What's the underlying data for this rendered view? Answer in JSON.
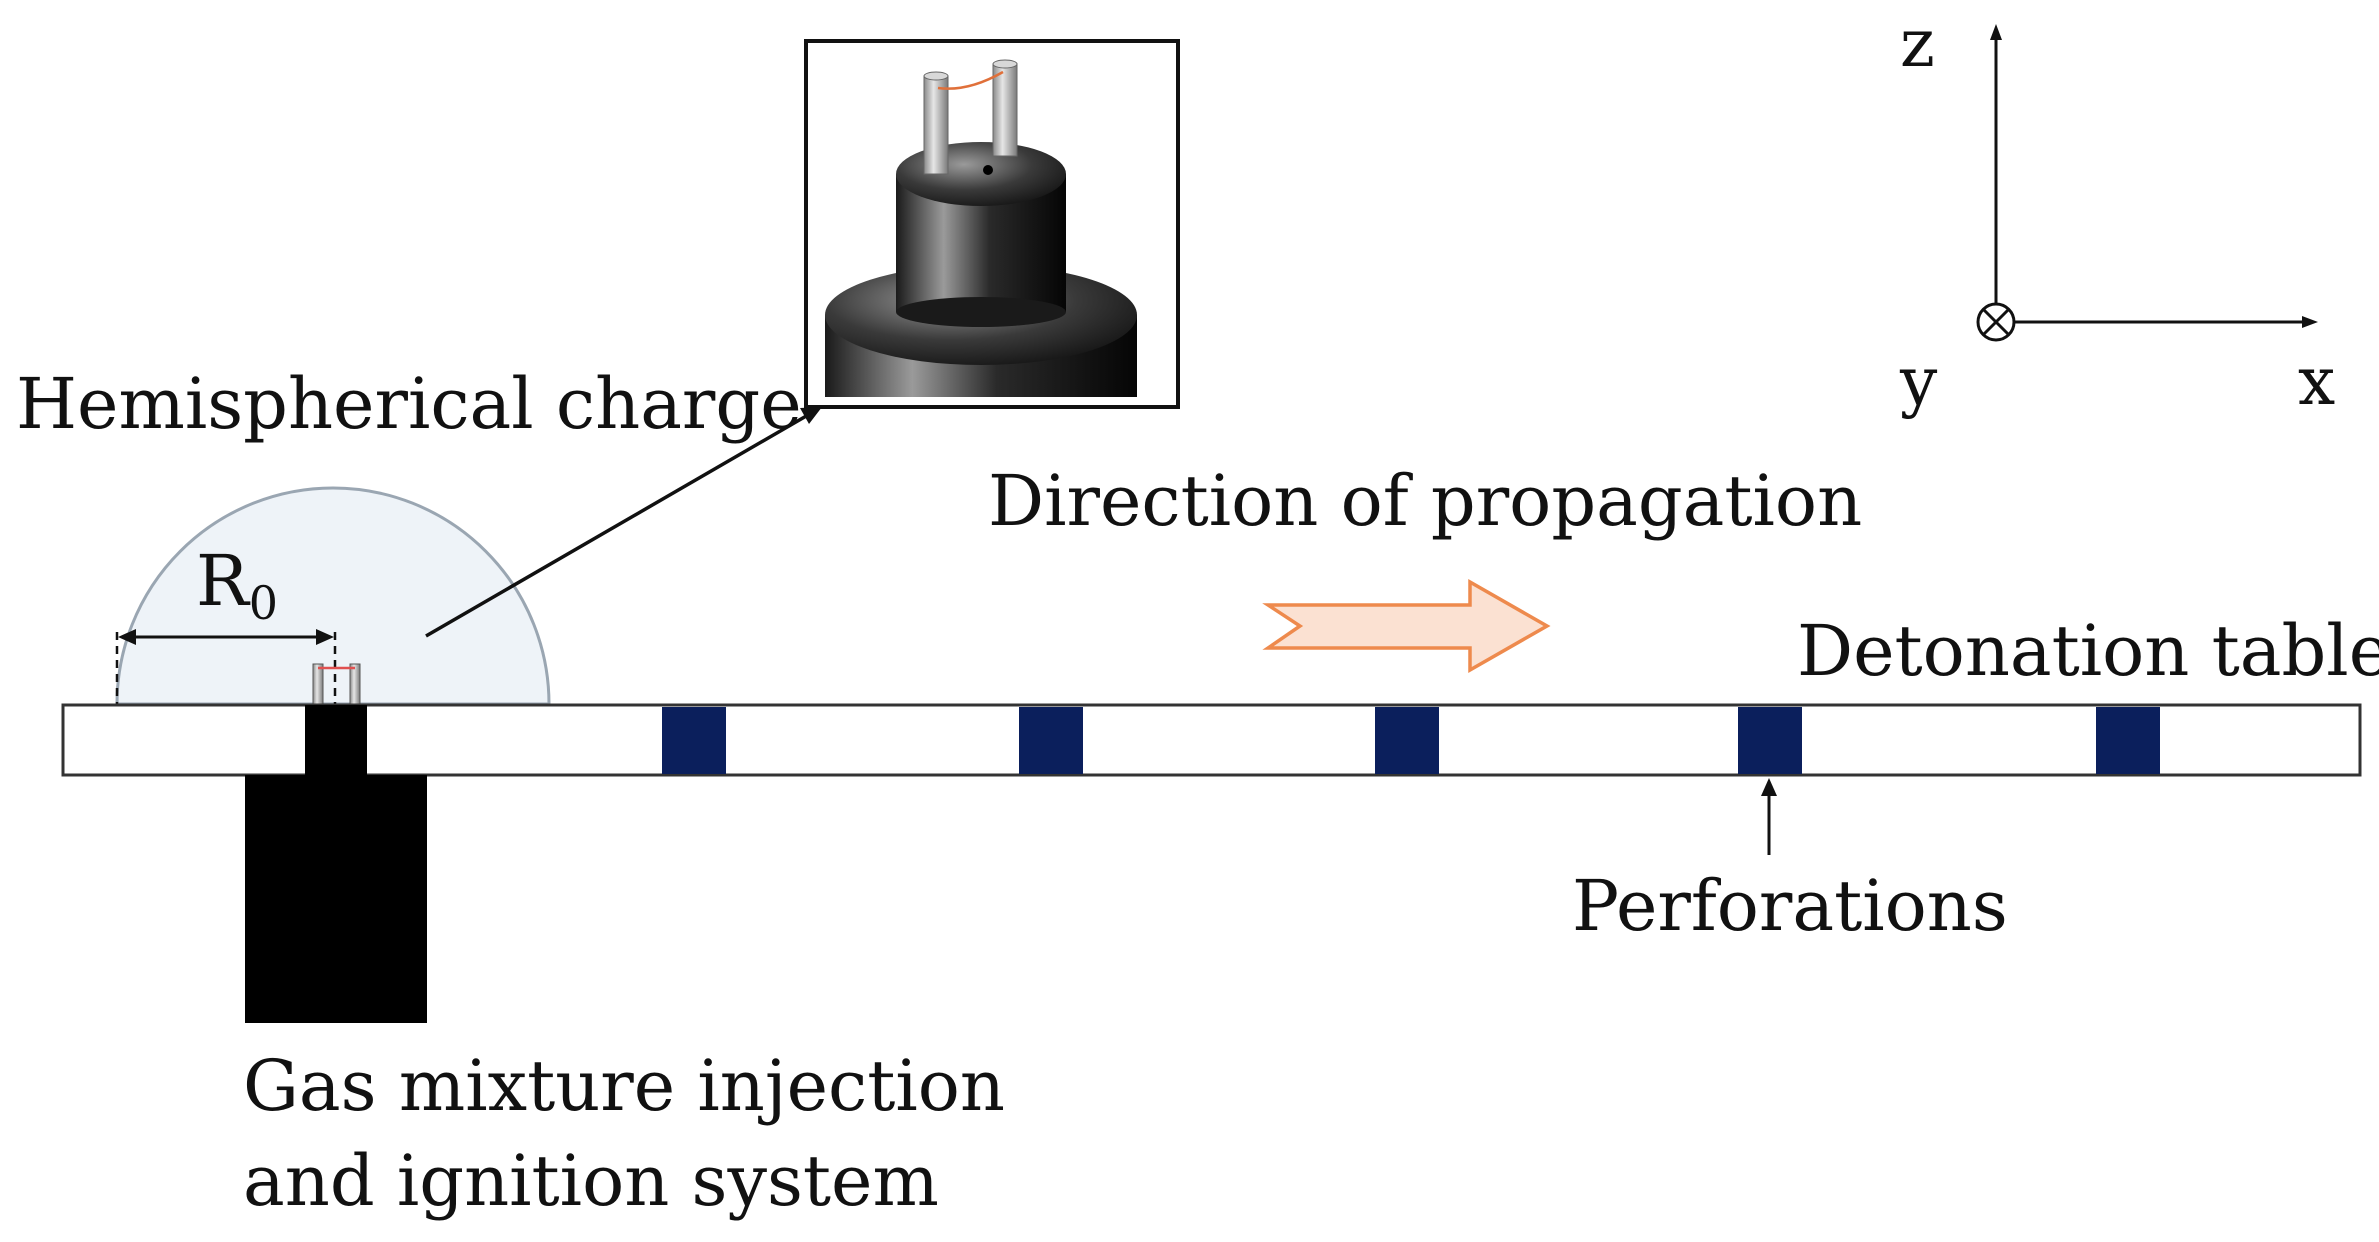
{
  "labels": {
    "hemispherical_charge": "Hemispherical charge",
    "direction_of_propagation": "Direction of propagation",
    "detonation_table": "Detonation table",
    "perforations": "Perforations",
    "gas_mixture_line1": "Gas mixture injection",
    "gas_mixture_line2": "and ignition system",
    "radius_symbol": "R",
    "radius_subscript": "0"
  },
  "axes": {
    "z": "z",
    "x": "x",
    "y": "y"
  },
  "colors": {
    "perforation": "#0b1f5c",
    "arrow_fill": "#fbe1d2",
    "arrow_stroke": "#ee8a4d",
    "hemisphere_fill": "#eef3f8",
    "hemisphere_stroke": "#9aa6b2",
    "electrode_wire": "#e0703a"
  }
}
